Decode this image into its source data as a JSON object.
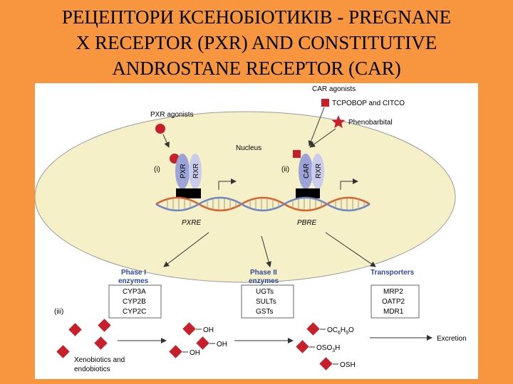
{
  "title": {
    "line1": "РЕЦЕПТОРИ КСЕНОБІОТИКІВ - PREGNANE",
    "line2": "X RECEPTOR (PXR) AND CONSTITUTIVE",
    "line3": "ANDROSTANE RECEPTOR (CAR)"
  },
  "figure": {
    "pxr_agonists": "PXR agonists",
    "car_agonists": "CAR agonists",
    "tcpobop": "TCPOBOP and CITCO",
    "phenobarbital": "Phenobarbital",
    "nucleus": "Nucleus",
    "panel_i": "(i)",
    "panel_ii": "(ii)",
    "panel_iii": "(iii)",
    "pxr": "PXR",
    "rxr": "RXR",
    "car": "CAR",
    "pxre": "PXRE",
    "pbre": "PBRE",
    "phase1_title_1": "Phase I",
    "phase1_title_2": "enzymes",
    "phase1_items": [
      "CYP3A",
      "CYP2B",
      "CYP2C"
    ],
    "phase2_title_1": "Phase II",
    "phase2_title_2": "enzymes",
    "phase2_items": [
      "UGTs",
      "SULTs",
      "GSTs"
    ],
    "transporters_title": "Transporters",
    "transporters_items": [
      "MRP2",
      "OATP2",
      "MDR1"
    ],
    "xenobiotics_1": "Xenobiotics and",
    "xenobiotics_2": "endobiotics",
    "oh": "OH",
    "sub_oc6h9o": [
      "OC",
      "6",
      "H",
      "9",
      "O"
    ],
    "sub_oso3h": [
      "OSO",
      "3",
      "H"
    ],
    "sub_osh": "OSH",
    "excretion": "Excretion"
  },
  "colors": {
    "background": "#F7963F",
    "nucleus_fill": "#F6F0C8",
    "ligand_red": "#C8202A",
    "receptor_blue": "#9CA3D6",
    "receptor_lavender": "#C9CCEC",
    "heading_blue": "#2F4A9C",
    "dna_red": "#D9622F",
    "dna_blue": "#6D87C4"
  },
  "icons": [
    "red-circle-ligand",
    "red-square-ligand",
    "red-star-ligand",
    "red-diamond-molecule"
  ]
}
